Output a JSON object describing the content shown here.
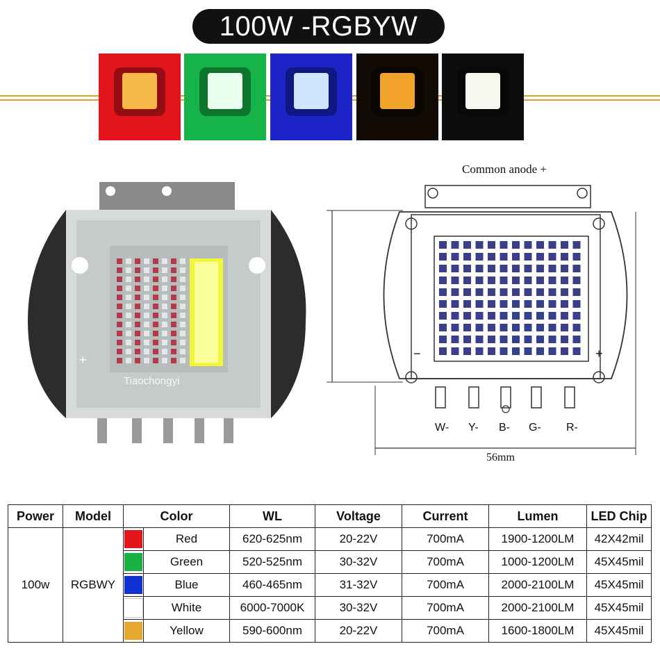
{
  "title": "100W -RGBYW",
  "photo": {
    "watermark": "Tiaochongyi",
    "plus_label": "+"
  },
  "swatches": [
    {
      "name": "red",
      "bg": "#e3141c",
      "chip": "#f7b84a"
    },
    {
      "name": "green",
      "bg": "#16b448",
      "chip": "#e9fff0"
    },
    {
      "name": "blue",
      "bg": "#1d25c9",
      "chip": "#cfe4ff"
    },
    {
      "name": "yellow",
      "bg": "#120a04",
      "chip": "#f2a32a"
    },
    {
      "name": "white",
      "bg": "#0d0d0d",
      "chip": "#f7f7ef"
    }
  ],
  "diagram": {
    "label_top": "Common anode +",
    "minus": "−",
    "plus": "+",
    "pins": [
      "W-",
      "Y-",
      "B-",
      "G-",
      "R-"
    ],
    "dimension": "56mm"
  },
  "table": {
    "headers": [
      "Power",
      "Model",
      "Color",
      "WL",
      "Voltage",
      "Current",
      "Lumen",
      "LED Chip"
    ],
    "power": "100w",
    "model": "RGBWY",
    "rows": [
      {
        "swatch": "#e3141c",
        "color": "Red",
        "wl": "620-625nm",
        "voltage": "20-22V",
        "current": "700mA",
        "lumen": "1900-1200LM",
        "chip": "42X42mil"
      },
      {
        "swatch": "#19b046",
        "color": "Green",
        "wl": "520-525nm",
        "voltage": "30-32V",
        "current": "700mA",
        "lumen": "1000-1200LM",
        "chip": "45X45mil"
      },
      {
        "swatch": "#1230d6",
        "color": "Blue",
        "wl": "460-465nm",
        "voltage": "31-32V",
        "current": "700mA",
        "lumen": "2000-2100LM",
        "chip": "45X45mil"
      },
      {
        "swatch": "#ffffff",
        "color": "White",
        "wl": "6000-7000K",
        "voltage": "30-32V",
        "current": "700mA",
        "lumen": "2000-2100LM",
        "chip": "45X45mil"
      },
      {
        "swatch": "#e6a82c",
        "color": "Yellow",
        "wl": "590-600nm",
        "voltage": "20-22V",
        "current": "700mA",
        "lumen": "1600-1800LM",
        "chip": "45X45mil"
      }
    ]
  }
}
